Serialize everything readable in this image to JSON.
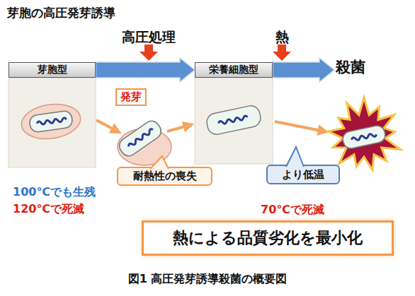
{
  "diagram": {
    "title": "芽胞の高圧発芽誘導",
    "caption": "図1 高圧発芽誘導殺菌の概要図",
    "nodes": [
      {
        "text": [
          "芽胞型"
        ]
      },
      {
        "text": [
          "栄養細胞型"
        ]
      },
      {
        "text": [
          "殺菌"
        ]
      },
      {
        "text": [
          "発芽"
        ]
      },
      {
        "text": [
          "耐熱性の喪失"
        ]
      },
      {
        "text": [
          "より低温"
        ]
      },
      {
        "text": [
          "熱による品質劣化を最小化"
        ]
      }
    ],
    "edges": [
      {
        "from": 0,
        "to": 1,
        "arrow": "to",
        "label": "高圧処理"
      },
      {
        "from": 1,
        "to": 2,
        "arrow": "to",
        "label": "熱"
      }
    ],
    "labels": [
      "100℃でも生残",
      "120℃で死滅",
      "70℃で死滅"
    ]
  }
}
